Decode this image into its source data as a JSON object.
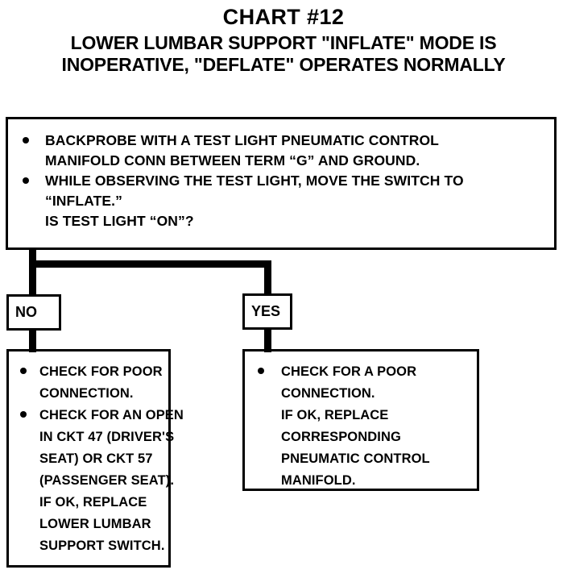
{
  "heading": {
    "title": "CHART #12",
    "subtitle_line1": "LOWER LUMBAR SUPPORT \"INFLATE\" MODE IS",
    "subtitle_line2": "INOPERATIVE, \"DEFLATE\" OPERATES NORMALLY"
  },
  "decision": {
    "bullets": [
      {
        "lines": [
          "BACKPROBE WITH A TEST LIGHT PNEUMATIC CONTROL",
          "MANIFOLD CONN BETWEEN TERM “G” AND GROUND."
        ]
      },
      {
        "lines": [
          "WHILE OBSERVING THE TEST LIGHT, MOVE THE SWITCH TO",
          "“INFLATE.”",
          "IS TEST LIGHT “ON”?"
        ]
      }
    ]
  },
  "branches": {
    "no_label": "NO",
    "yes_label": "YES"
  },
  "no_result": {
    "bullets": [
      {
        "lines": [
          "CHECK FOR POOR",
          "CONNECTION."
        ]
      },
      {
        "lines": [
          "CHECK FOR AN OPEN",
          "IN CKT 47 (DRIVER'S",
          "SEAT) OR CKT 57",
          "(PASSENGER SEAT).",
          "IF OK, REPLACE",
          "LOWER LUMBAR",
          "SUPPORT SWITCH."
        ]
      }
    ]
  },
  "yes_result": {
    "bullets": [
      {
        "lines": [
          "CHECK FOR A POOR",
          "CONNECTION.",
          "IF OK, REPLACE",
          "CORRESPONDING",
          "PNEUMATIC CONTROL",
          "MANIFOLD."
        ]
      }
    ]
  },
  "colors": {
    "ink": "#000000",
    "paper": "#ffffff"
  }
}
